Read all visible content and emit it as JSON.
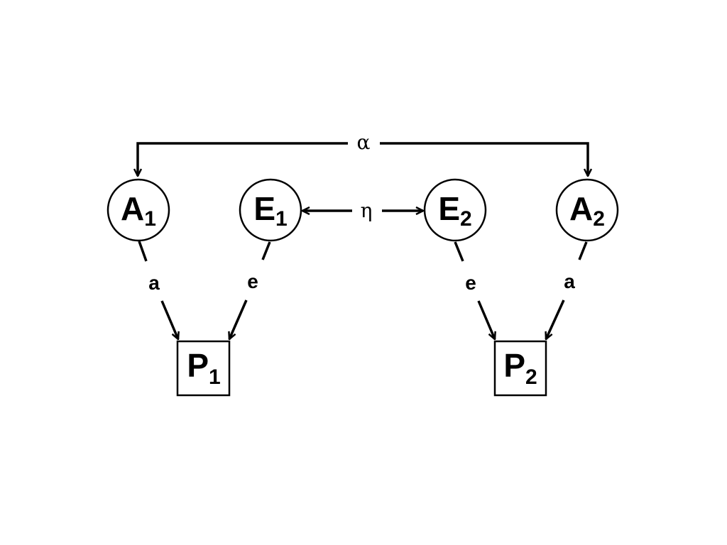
{
  "diagram": {
    "latent_nodes": [
      {
        "id": "A1",
        "letter": "A",
        "subscript": "1"
      },
      {
        "id": "E1",
        "letter": "E",
        "subscript": "1"
      },
      {
        "id": "E2",
        "letter": "E",
        "subscript": "2"
      },
      {
        "id": "A2",
        "letter": "A",
        "subscript": "2"
      }
    ],
    "observed_nodes": [
      {
        "id": "P1",
        "letter": "P",
        "subscript": "1"
      },
      {
        "id": "P2",
        "letter": "P",
        "subscript": "2"
      }
    ],
    "edges": [
      {
        "from": "A1",
        "to": "P1",
        "label": "a"
      },
      {
        "from": "E1",
        "to": "P1",
        "label": "e"
      },
      {
        "from": "E2",
        "to": "P2",
        "label": "e"
      },
      {
        "from": "A2",
        "to": "P2",
        "label": "a"
      }
    ],
    "correlations": [
      {
        "between": [
          "A1",
          "A2"
        ],
        "label": "α"
      },
      {
        "between": [
          "E1",
          "E2"
        ],
        "label": "η"
      }
    ],
    "colors": {
      "stroke": "#000000",
      "background": "#ffffff"
    }
  }
}
